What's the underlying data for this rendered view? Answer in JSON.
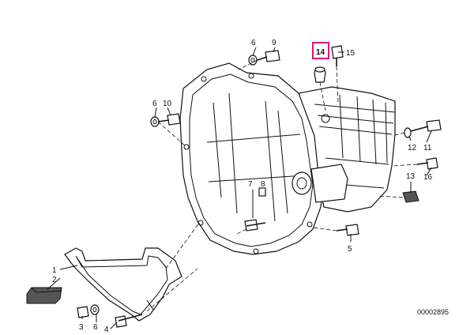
{
  "callouts": [
    "1",
    "2",
    "3",
    "4",
    "5",
    "6",
    "7",
    "8",
    "9",
    "10",
    "11",
    "12",
    "13",
    "14",
    "15",
    "16"
  ],
  "extra_labels": {
    "6b": "6",
    "6c": "6"
  },
  "highlighted": "14",
  "highlight_color": "#e0157a",
  "drawing_number": "00002895"
}
